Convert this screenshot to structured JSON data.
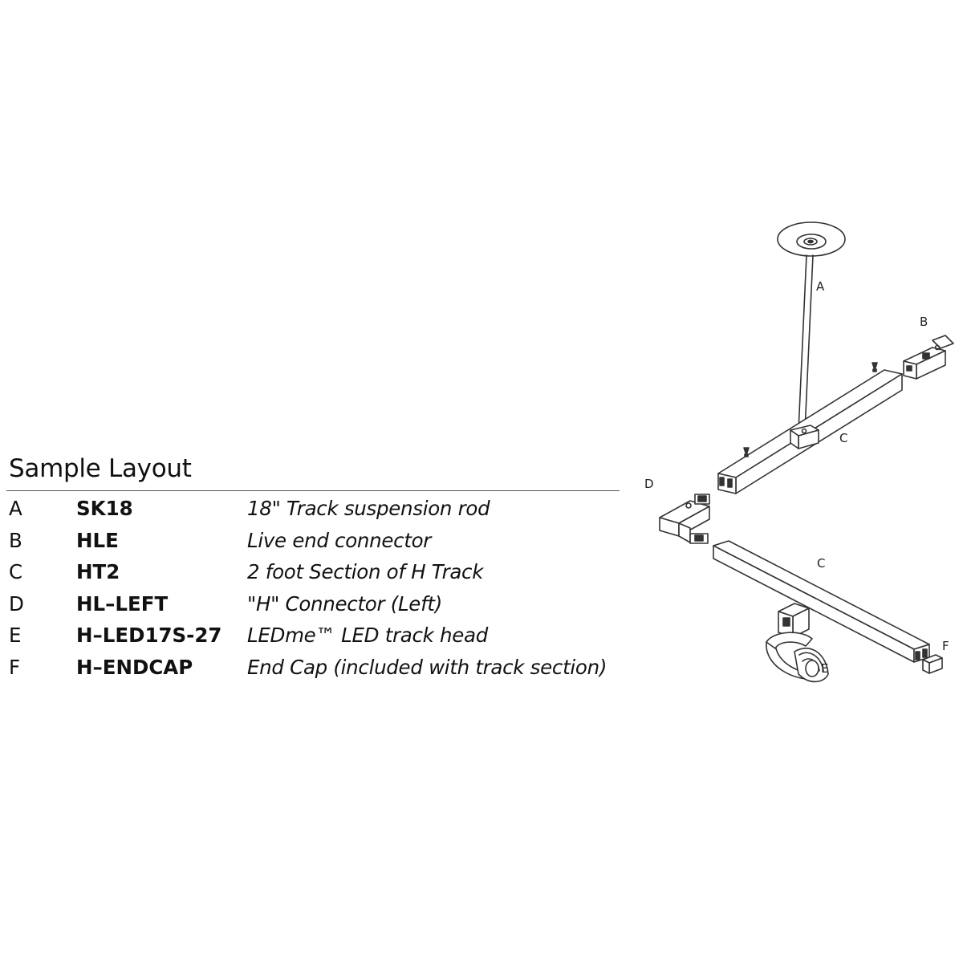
{
  "heading": "Sample Layout",
  "parts": [
    {
      "letter": "A",
      "code": "SK18",
      "desc": "18\" Track suspension rod"
    },
    {
      "letter": "B",
      "code": "HLE",
      "desc": "Live end connector"
    },
    {
      "letter": "C",
      "code": "HT2",
      "desc": "2 foot Section of H Track"
    },
    {
      "letter": "D",
      "code": "HL–LEFT",
      "desc": "\"H\" Connector (Left)"
    },
    {
      "letter": "E",
      "code": "H–LED17S-27",
      "desc": "LEDme™ LED track head"
    },
    {
      "letter": "F",
      "code": "H–ENDCAP",
      "desc": "End Cap (included with track section)"
    }
  ],
  "callouts": {
    "a": "A",
    "b": "B",
    "c_upper": "C",
    "d": "D",
    "c_lower": "C",
    "e": "E",
    "f": "F"
  }
}
